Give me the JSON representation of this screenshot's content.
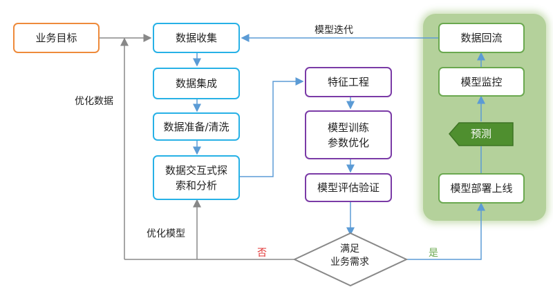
{
  "nodes": {
    "business_goal": "业务目标",
    "data_collect": "数据收集",
    "data_integrate": "数据集成",
    "data_prep": "数据准备/清洗",
    "data_explore": "数据交互式探\n索和分析",
    "feature_eng": "特征工程",
    "model_train": "模型训练\n参数优化",
    "model_eval": "模型评估验证",
    "decision": "满足\n业务需求",
    "deploy": "模型部署上线",
    "predict": "预测",
    "monitor": "模型监控",
    "data_reflow": "数据回流"
  },
  "labels": {
    "model_iter": "模型迭代",
    "optimize_data": "优化数据",
    "optimize_model": "优化模型",
    "no": "否",
    "yes": "是"
  },
  "colors": {
    "orange": "#ee8a3a",
    "blue": "#27b1e6",
    "purple": "#7a3aa6",
    "green": "#6aa84f",
    "zone": "#a8c98a",
    "no_label": "#e03030",
    "yes_label": "#6aa84f"
  }
}
